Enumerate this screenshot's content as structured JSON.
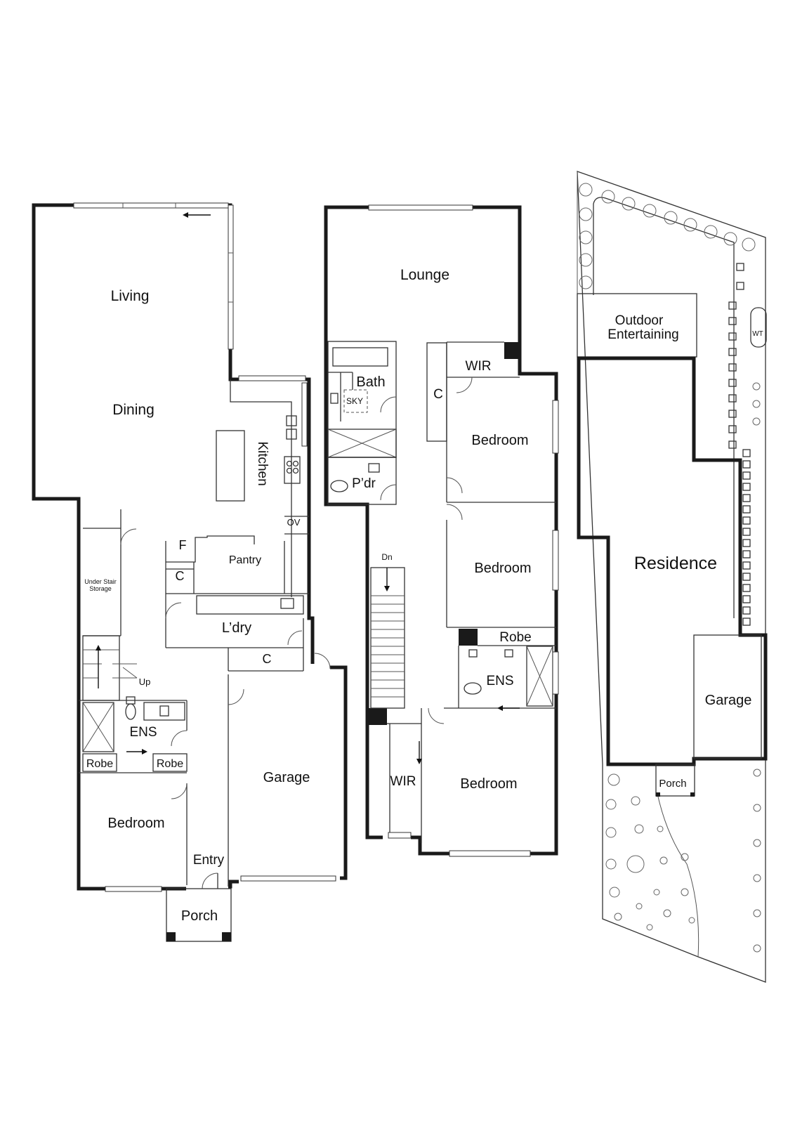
{
  "ground_floor": {
    "living": "Living",
    "dining": "Dining",
    "kitchen": "Kitchen",
    "pantry": "Pantry",
    "f": "F",
    "c_pantry": "C",
    "ov": "OV",
    "under_stair_line1": "Under Stair",
    "under_stair_line2": "Storage",
    "laundry": "L’dry",
    "c_laundry": "C",
    "up": "Up",
    "ens": "ENS",
    "robe_left": "Robe",
    "robe_right": "Robe",
    "bedroom": "Bedroom",
    "garage": "Garage",
    "entry": "Entry",
    "porch": "Porch"
  },
  "first_floor": {
    "lounge": "Lounge",
    "bath": "Bath",
    "sky": "SKY",
    "powder": "P’dr",
    "wir_top": "WIR",
    "c": "C",
    "bedroom_1": "Bedroom",
    "bedroom_2": "Bedroom",
    "robe": "Robe",
    "ens": "ENS",
    "dn": "Dn",
    "wir_bottom": "WIR",
    "bedroom_3": "Bedroom"
  },
  "site_plan": {
    "outdoor_line1": "Outdoor",
    "outdoor_line2": "Entertaining",
    "wt": "WT",
    "residence": "Residence",
    "garage": "Garage",
    "porch": "Porch"
  }
}
